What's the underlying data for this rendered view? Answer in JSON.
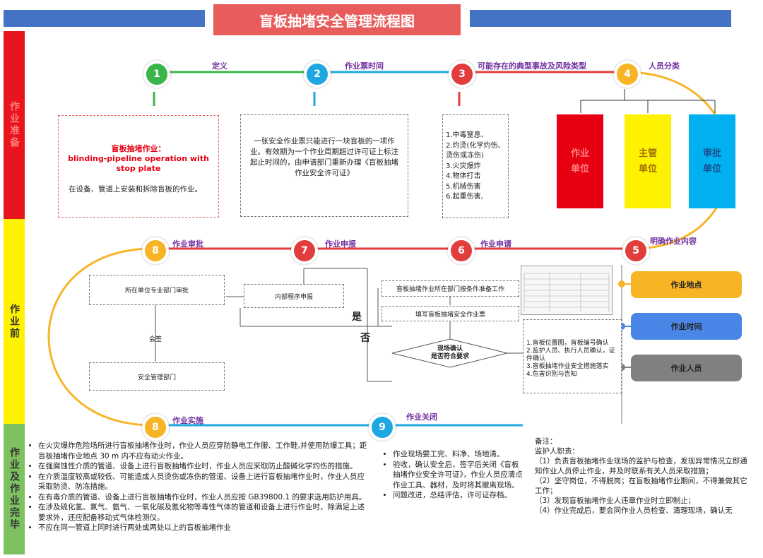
{
  "title": "盲板抽堵安全管理流程图",
  "phases": {
    "left": "作业准备",
    "middle": "作业前",
    "bottom": "作业及作业完毕"
  },
  "steps": [
    {
      "num": "1",
      "color": "#3AB54A",
      "label": "定义"
    },
    {
      "num": "2",
      "color": "#1FA7E1",
      "label": "作业票时间"
    },
    {
      "num": "3",
      "color": "#E23D3D",
      "label": "可能存在的典型事故及风险类型"
    },
    {
      "num": "4",
      "color": "#F7B526",
      "label": "人员分类"
    },
    {
      "num": "5",
      "color": "#E23D3D",
      "label": "明确作业内容"
    },
    {
      "num": "6",
      "color": "#E23D3D",
      "label": "作业申请"
    },
    {
      "num": "7",
      "color": "#E23D3D",
      "label": "作业申报"
    },
    {
      "num": "8",
      "color": "#F7B526",
      "label": "作业审批"
    },
    {
      "num": "8",
      "color": "#F7B526",
      "label": "作业实施"
    },
    {
      "num": "9",
      "color": "#1FA7E1",
      "label": "作业关闭"
    }
  ],
  "definition": {
    "title": "盲板抽堵作业：",
    "english": "blinding-pipeline operation with stop plate",
    "text": "在设备、管道上安装和拆除盲板的作业。"
  },
  "ticket_time": "一张安全作业票只能进行一块盲板的一项作业。有效期为一个作业周期超过许可证上标注起止时间的，由申请部门重新办理《盲板抽堵作业安全许可证》",
  "risks": [
    "1.中毒窒息、",
    "2.灼烫(化学灼伤、",
    "烫伤或冻伤)",
    "3.火灾爆炸",
    "4.物体打击",
    "5.机械伤害",
    "6.起重伤害,"
  ],
  "categories": [
    {
      "text": "作业单位",
      "color": "#E60012"
    },
    {
      "text": "主管单位",
      "color": "#FFF200"
    },
    {
      "text": "审批单位",
      "color": "#00B0F0"
    }
  ],
  "flow": {
    "approve_dept": "所在单位专业部门审批",
    "sign": "会签",
    "safety_dept": "安全管理部门",
    "internal": "内部程序申报",
    "prepare": "盲板抽堵作业所在部门按条件准备工作",
    "fill": "填写盲板抽堵安全作业票",
    "decision": "现场确认\n是否符合要求",
    "yes": "是",
    "no": "否",
    "checklist": [
      "1.盲板位置图，盲板编号确认",
      "2.监护人员、执行人员确认，证件确认",
      "3.盲板抽堵作业安全措施落实",
      "4.危害识别与告知"
    ]
  },
  "side_items": [
    {
      "text": "作业地点",
      "color": "#F7B526"
    },
    {
      "text": "作业时间",
      "color": "#4A86E8"
    },
    {
      "text": "作业人员",
      "color": "#808080"
    }
  ],
  "implement_notes": [
    "在火灾爆炸危险场所进行盲板抽堵作业时，作业人员应穿防静电工作服、工作鞋,并使用防爆工具；距盲板抽堵作业地点 30 m 内不应有动火作业。",
    "在强腐蚀性介质的管道、设备上进行盲板抽堵作业时，作业人员应采取防止酸碱化学灼伤的措施。",
    "在介质温度较高或较低、可能造成人员烫伤或冻伤的管道、设备上进行盲板抽堵作业时，作业人员应采取防烫、防冻措施。",
    "在有毒介质的管道、设备上进行盲板抽堵作业时，作业人员应按 GB39800.1 的要求选用防护用具。",
    "在涉及硫化氢、氯气、氨气、一氧化碳及氰化物等毒性气体的管道和设备上进行作业时，除满足上述要求外，还应配备移动式气体检测仪。",
    "不应在同一管道上同时进行两处或两处以上的盲板抽堵作业"
  ],
  "close_notes": [
    "作业现场要工完、料净、场地清。",
    "验收，确认安全后，签字后关闭《盲板抽堵作业安全许可证》，作业人员应清点作业工具、器材，及时将其撤离现场。",
    "问题改进，总结评估，许可证存档。"
  ],
  "remarks": {
    "head": "备注：",
    "sub": "监护人职责：",
    "items": [
      "（1）负责盲板抽堵作业现场的监护与检查，发现异常情况立即通知作业人员停止作业，并及时联系有关人员采取措施；",
      "（2）坚守岗位，不得脱岗；在盲板抽堵作业期间，不得兼做其它工作；",
      "（3）发现盲板抽堵作业人违章作业时立即制止；",
      "（4）作业完成后，要会同作业人员检查、清理现场，确认无"
    ]
  }
}
